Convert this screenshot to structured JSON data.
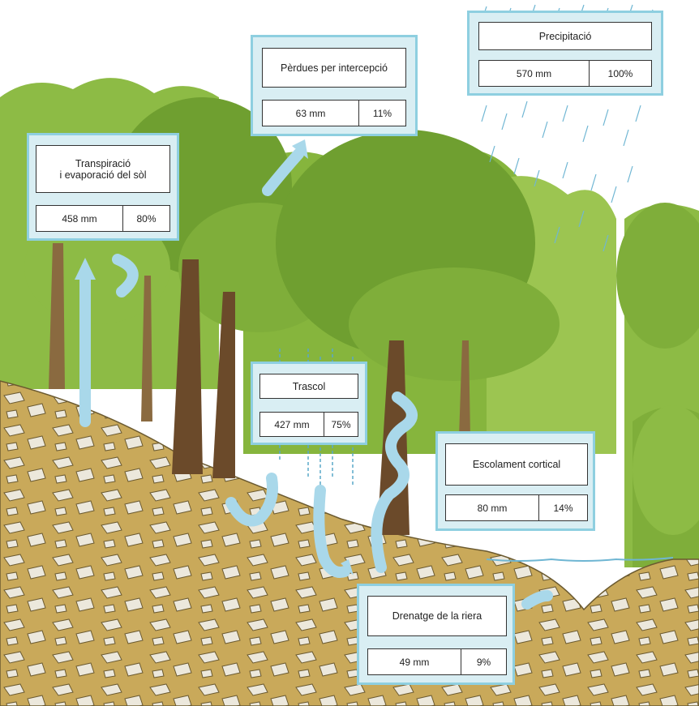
{
  "boxes": {
    "precipitacio": {
      "title": "Precipitació",
      "mm": "570 mm",
      "pct": "100%"
    },
    "intercepcio": {
      "title": "Pèrdues per intercepció",
      "mm": "63 mm",
      "pct": "11%"
    },
    "transpiracio": {
      "title": "Transpiració\ni evaporació del sòl",
      "mm": "458 mm",
      "pct": "80%"
    },
    "trascol": {
      "title": "Trascol",
      "mm": "427 mm",
      "pct": "75%"
    },
    "escolament": {
      "title": "Escolament cortical",
      "mm": "80 mm",
      "pct": "14%"
    },
    "drenatge": {
      "title": "Drenatge de la riera",
      "mm": "49 mm",
      "pct": "9%"
    }
  },
  "colors": {
    "foliage": "#7fae3a",
    "foliage_dark": "#5d8a26",
    "soil": "#c9a95a",
    "rock": "#e8e4d8",
    "trunk": "#6b4a2a",
    "flow_arrow": "#a9d8ea",
    "rain": "#6fb6d3",
    "box_border": "#8ecfe0"
  },
  "icons": [
    "rain-streaks-icon",
    "flow-arrow-icon",
    "drip-arrow-icon"
  ]
}
